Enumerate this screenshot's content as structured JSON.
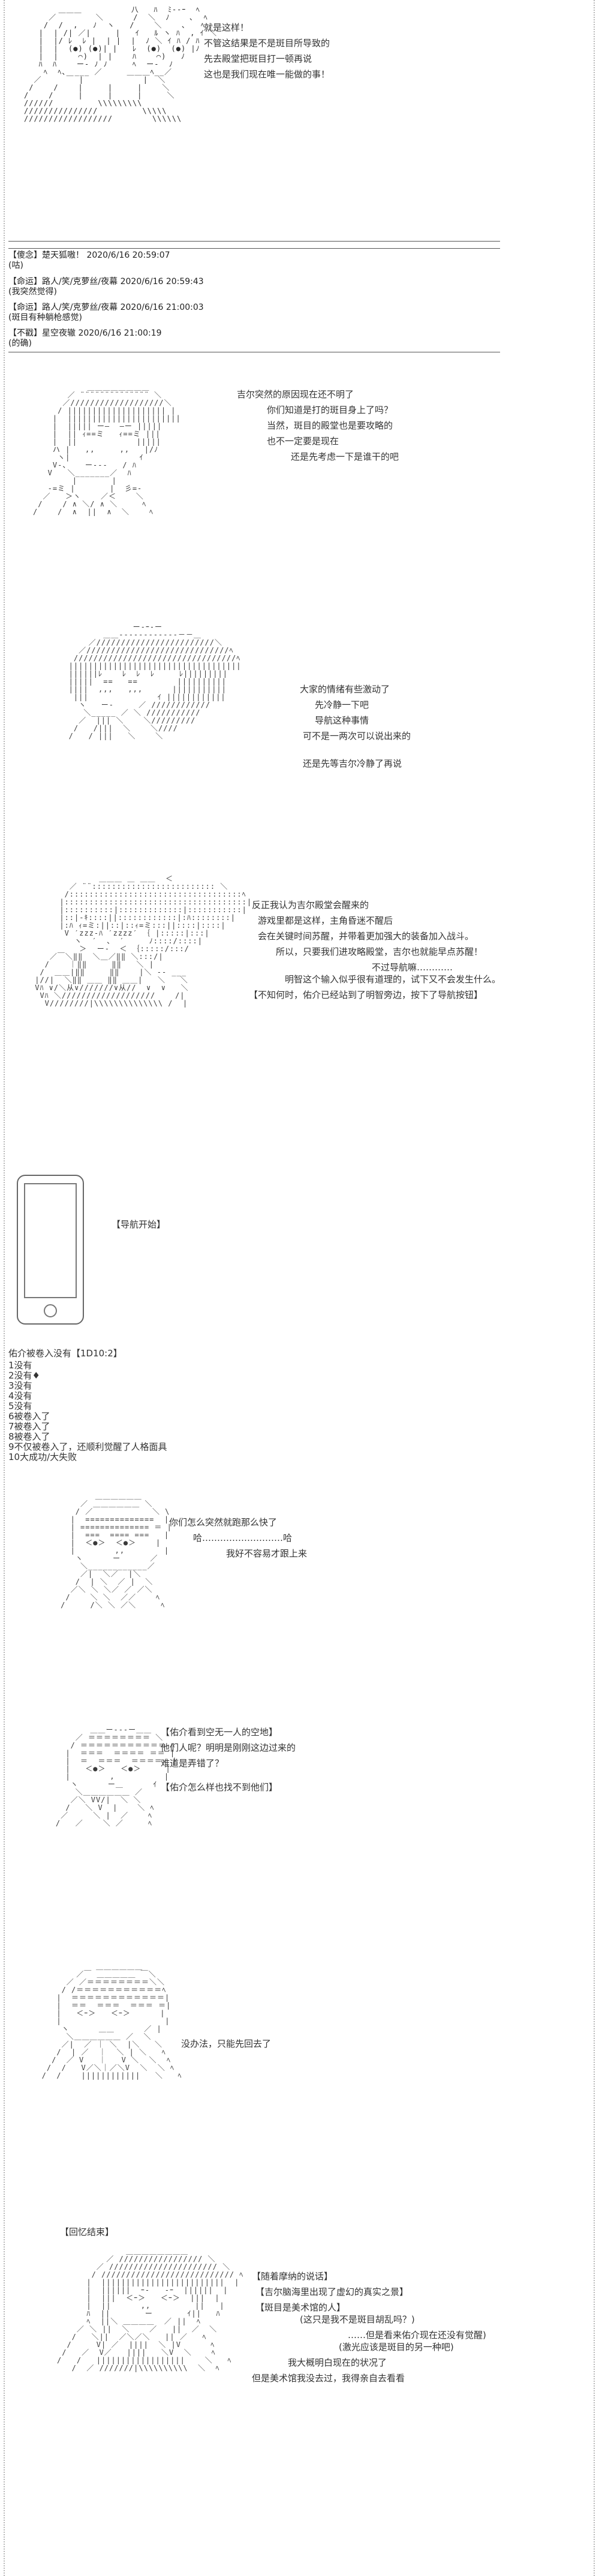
{
  "panels": {
    "p1": {
      "lines": [
        "就是这样！",
        "不管这结果是不是斑目所导致的",
        "先去殿堂把斑目打一顿再说",
        "这也是我们现在唯一能做的事！"
      ]
    },
    "comments": [
      {
        "head": "【傻念】楚天狐嗷！ 2020/6/16 20:59:07",
        "body": "(咕)"
      },
      {
        "head": "【命运】路人/笑/克萝丝/夜幕 2020/6/16 20:59:43",
        "body": "(我突然觉得)"
      },
      {
        "head": "【命运】路人/笑/克萝丝/夜幕 2020/6/16 21:00:03",
        "body": "(斑目有种躺枪感觉)"
      },
      {
        "head": "【不戳】星空夜辙 2020/6/16 21:00:19",
        "body": "(的确)"
      }
    ],
    "p2": {
      "lines": [
        "吉尔突然的原因现在还不明了",
        "你们知道是打的斑目身上了吗？",
        "当然，斑目的殿堂也是要攻略的",
        "也不一定要是现在",
        "还是先考虑一下是谁干的吧"
      ]
    },
    "p3": {
      "lines": [
        "大家的情绪有些激动了",
        "先冷静一下吧",
        "导航这种事情",
        "可不是一两次可以说出来的",
        "还是先等吉尔冷静了再说"
      ]
    },
    "p4": {
      "lines": [
        "反正我认为吉尔殿堂会醒来的",
        "游戏里都是这样，主角昏迷不醒后",
        "会在关键时间苏醒，并带着更加强大的装备加入战斗。",
        "所以，只要我们进攻略殿堂，吉尔也就能早点苏醒！",
        "不过导航嘛…………",
        "明智这个输入似乎很有道理的，试下又不会发生什么。",
        "【不知何时，佑介已经站到了明智旁边，按下了导航按钮】"
      ]
    },
    "nav_label": "【导航开始】",
    "roll": {
      "title": "佑介被卷入没有【1D10:2】",
      "items": [
        "1没有",
        "2没有♦",
        "3没有",
        "4没有",
        "5没有",
        "6被卷入了",
        "7被卷入了",
        "8被卷入了",
        "9不仅被卷入了，还顺利觉醒了人格面具",
        "10大成功/大失败"
      ]
    },
    "p5": {
      "lines": [
        "你们怎么突然就跑那么快了",
        "哈………………………哈",
        "我好不容易才跟上来"
      ]
    },
    "p6": {
      "lines": [
        "【佑介看到空无一人的空地】",
        "他们人呢？明明是刚刚这边过来的",
        "难道是弄错了？",
        "【佑介怎么样也找不到他们】"
      ]
    },
    "p7": {
      "lines": [
        "没办法，只能先回去了"
      ]
    },
    "recall_label": "【回忆结束】",
    "p8": {
      "lines": [
        "【随着摩纳的说话】",
        "【吉尔脑海里出现了虚幻的真实之景】",
        "【斑目是美术馆的人】",
        "(这只是我不是斑目胡乱吗？)",
        "……但是看来佑介现在还没有觉醒)",
        "(激光应该是斑目的另一种吧)",
        "我大概明白现在的状况了",
        "但是美术馆我没去过，我得亲自去看看"
      ]
    }
  }
}
